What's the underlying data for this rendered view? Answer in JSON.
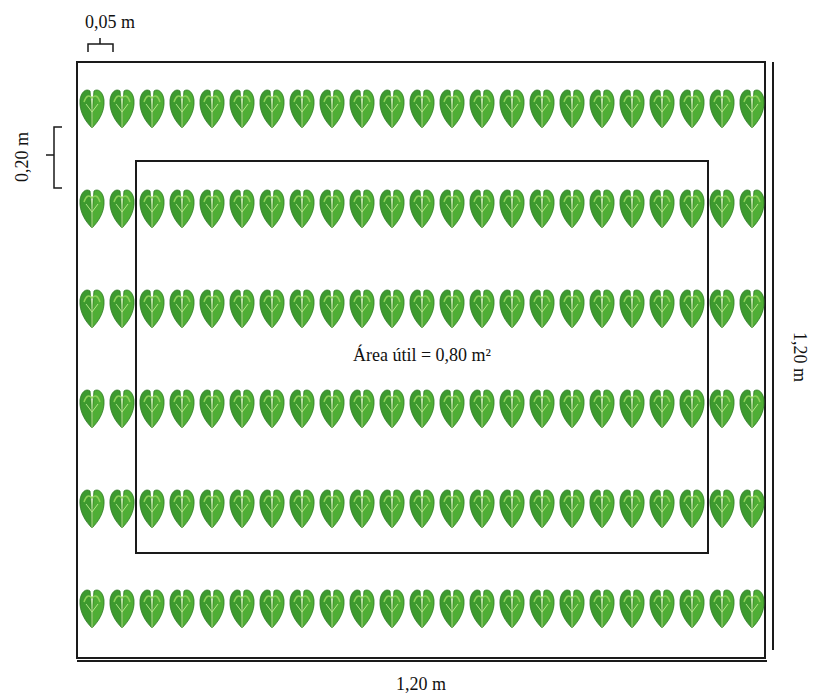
{
  "diagram": {
    "nodes": [
      {
        "text": [
          "Área útil = 0,80 m²"
        ]
      }
    ],
    "labels": [
      "0,05 m",
      "0,20 m",
      "1,20 m",
      "1,20 m"
    ]
  }
}
